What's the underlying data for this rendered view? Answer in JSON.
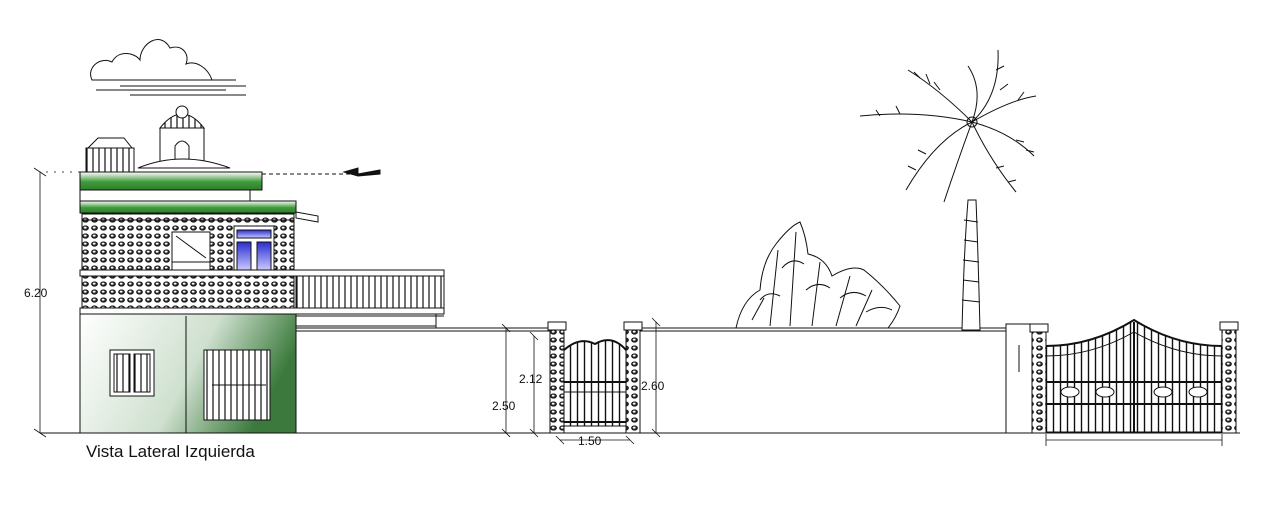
{
  "drawing": {
    "title": "Vista Lateral Izquierda",
    "dimensions": {
      "total_height": "6.20",
      "wall_height": "2.50",
      "pedestrian_gate_height": "2.12",
      "pillar_height": "2.60",
      "pedestrian_gate_width": "1.50"
    },
    "colors": {
      "roof_green": "#3f9b3a",
      "window_blue": "#2a2cd0",
      "facade_gradient": "#3b7a3c",
      "line": "#111111"
    }
  }
}
